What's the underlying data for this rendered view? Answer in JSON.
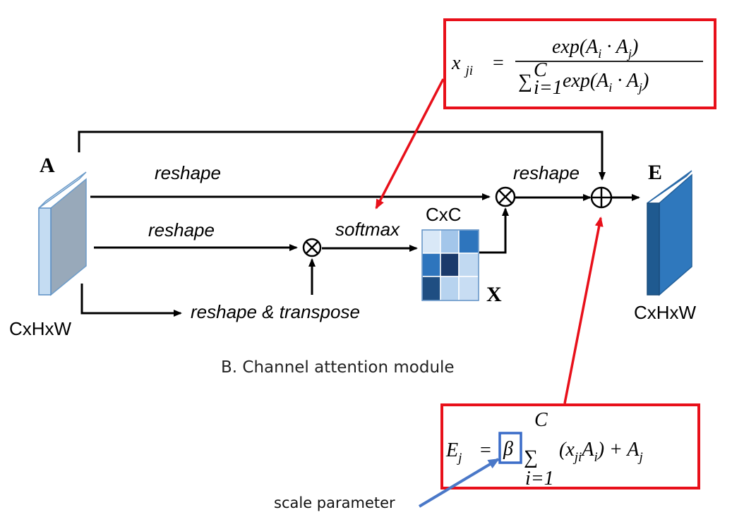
{
  "tensor_a": {
    "letter": "A",
    "dims": "CxHxW"
  },
  "tensor_e": {
    "letter": "E",
    "dims": "CxHxW"
  },
  "matrix_x": {
    "letter": "X",
    "dims": "CxC"
  },
  "ops": {
    "reshape_top": "reshape",
    "reshape_mid": "reshape",
    "reshape_transpose": "reshape & transpose",
    "softmax": "softmax",
    "reshape_out": "reshape"
  },
  "caption": "B. Channel attention module",
  "formula_softmax": {
    "lhs": "x",
    "lhs_sub": "ji",
    "eq": "=",
    "numerator": "exp(A",
    "num_sub1": "i",
    "num_mid": " · A",
    "num_sub2": "j",
    "num_end": ")",
    "sum": "∑",
    "sum_sup": "C",
    "sum_sub": "i=1",
    "denominator": "exp(A",
    "den_sub1": "i",
    "den_mid": " · A",
    "den_sub2": "j",
    "den_end": ")"
  },
  "formula_output": {
    "lhs": "E",
    "lhs_sub": "j",
    "eq": "=",
    "beta": "β",
    "sum": "∑",
    "sum_sup": "C",
    "sum_sub": "i=1",
    "term_open": "(x",
    "term_sub1": "ji",
    "term_mid": "A",
    "term_sub2": "i",
    "term_close": ") + A",
    "term_sub3": "j"
  },
  "annotation": "scale parameter",
  "colors": {
    "highlight_box": "#e8101a",
    "beta_box": "#3a6cc8",
    "annotation_arrow": "#4a78c8",
    "tensor_a_front": "#c4dcf2",
    "tensor_a_side": "#98a9ba",
    "tensor_e_front": "#1f5a90",
    "tensor_e_side": "#2f78bd"
  }
}
